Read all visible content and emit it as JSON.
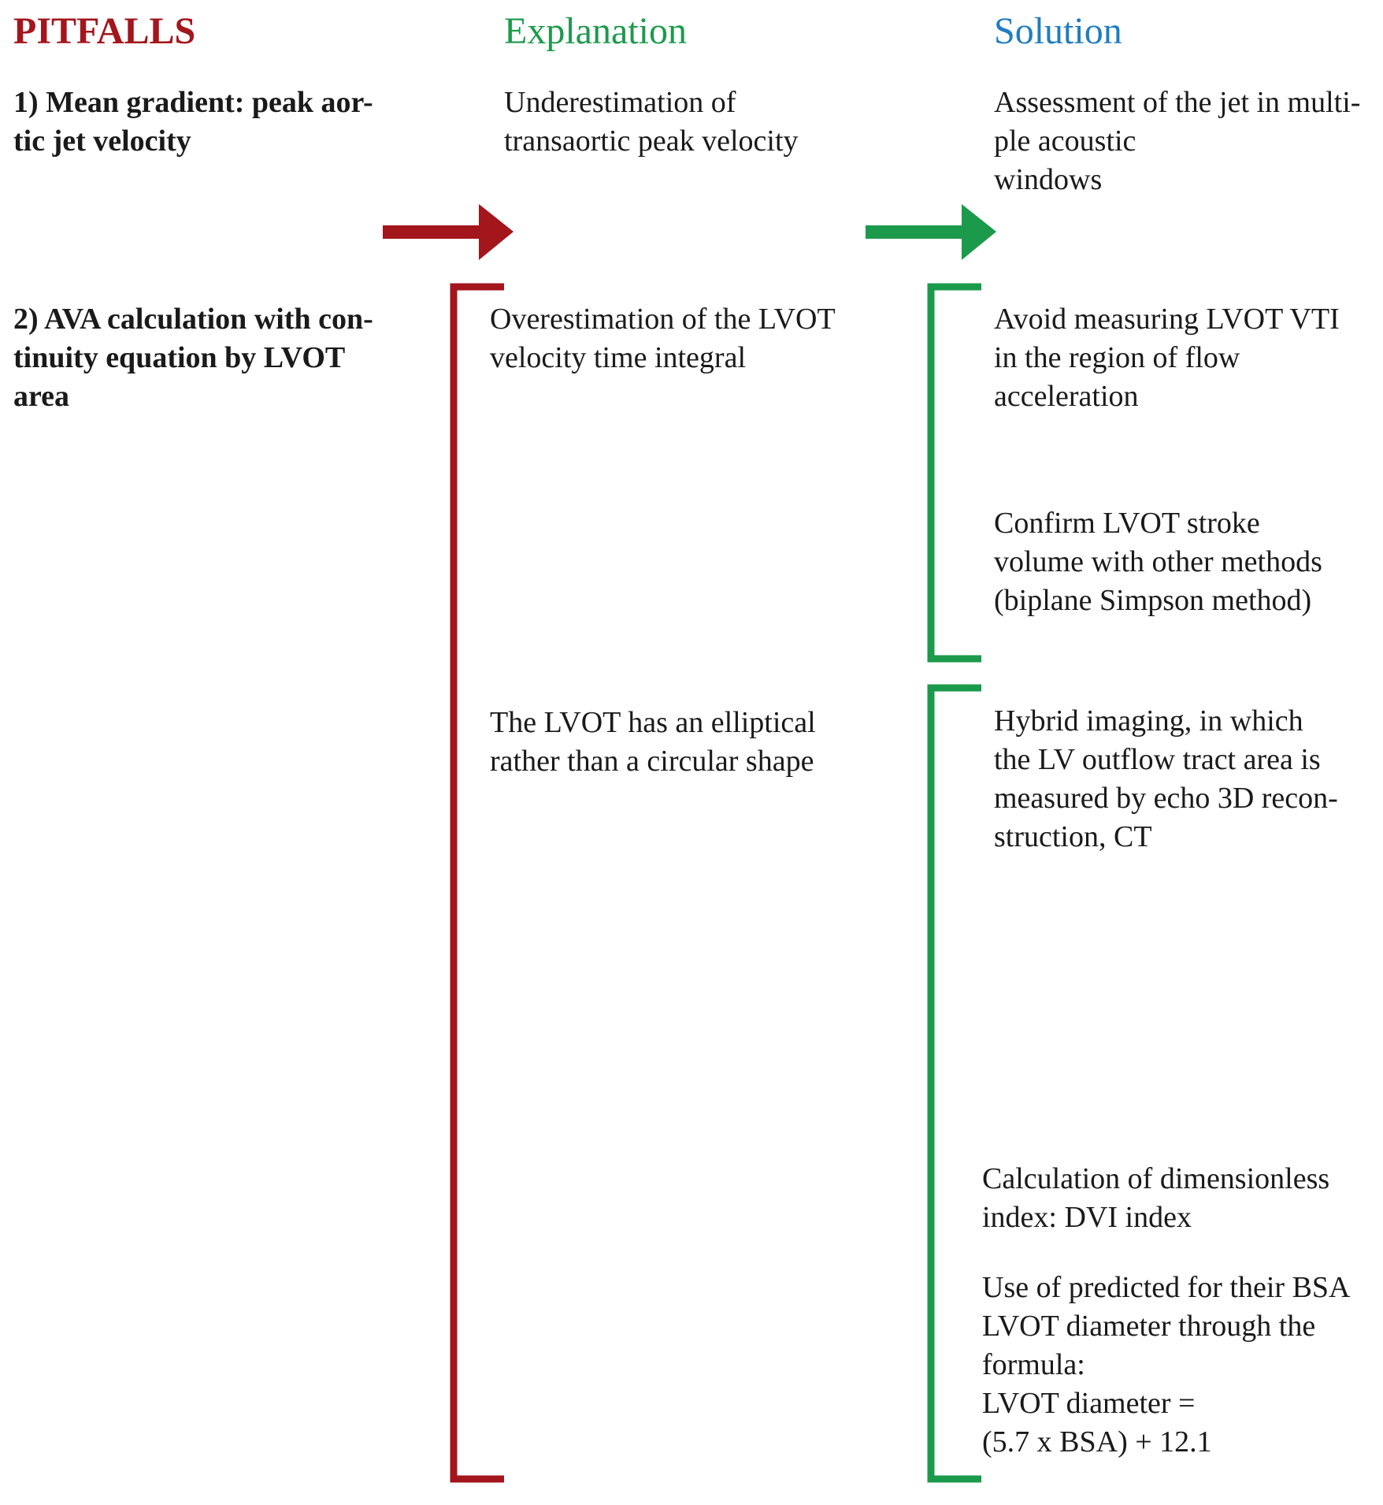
{
  "headers": {
    "pitfalls": "PITFALLS",
    "explanation": "Explanation",
    "solution": "Solution"
  },
  "pitfalls": [
    {
      "text": "1) Mean gradient: peak aor-\ntic jet velocity"
    },
    {
      "text": "2) AVA calculation with con-\ntinuity equation by LVOT\narea"
    }
  ],
  "explanations": [
    {
      "text": "Underestimation of\ntransaortic peak velocity"
    },
    {
      "text": "Overestimation of the LVOT\nvelocity time integral"
    },
    {
      "text": "The LVOT has an elliptical\nrather than a circular shape"
    }
  ],
  "solutions": [
    {
      "text": "Assessment of the jet in multi-\nple acoustic\nwindows"
    },
    {
      "text": "Avoid measuring LVOT VTI\nin the region of flow\nacceleration"
    },
    {
      "text": "Confirm LVOT stroke\nvolume with other methods\n(biplane Simpson method)"
    },
    {
      "text": "Hybrid imaging, in which\nthe LV outflow tract area is\nmeasured by echo 3D recon-\nstruction, CT"
    },
    {
      "text": "Calculation of dimensionless\nindex: DVI index"
    },
    {
      "text": "Use of predicted for their BSA\nLVOT diameter through the\nformula:\nLVOT diameter =\n(5.7 x BSA) + 12.1"
    }
  ],
  "colors": {
    "red": "#a3161c",
    "green": "#1c9a4c",
    "blue": "#1f7cc1"
  }
}
